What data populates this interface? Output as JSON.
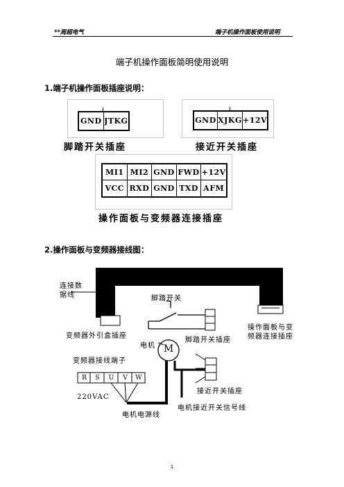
{
  "header": {
    "left": "**周超电气",
    "right": "端子机操作面板使用说明"
  },
  "title": "端子机操作面板简明使用说明",
  "section1": {
    "heading": "1.端子机操作面板插座说明：",
    "foot_connector": {
      "pins": [
        "GND",
        "JTKG"
      ],
      "caption": "脚踏开关插座"
    },
    "proximity_connector": {
      "pins": [
        "GND",
        "XJKG",
        "+12V"
      ],
      "caption": "接近开关插座"
    },
    "panel_connector": {
      "row1": [
        "MI1",
        "MI2",
        "GND",
        "FWD",
        "+12V"
      ],
      "row2": [
        "VCC",
        "RXD",
        "GND",
        "TXD",
        "AFM"
      ],
      "caption": "操作面板与变频器连接插座"
    }
  },
  "section2": {
    "heading": "2.操作面板与变频器接线图：",
    "labels": {
      "data_cable": "连接数\n据线",
      "foot_switch": "脚踏开关",
      "inverter_box_socket": "变频器外引盒插座",
      "foot_switch_socket": "脚踏开关插座",
      "panel_inverter_socket": "操作面板与变\n频器连接插座",
      "motor": "电机",
      "motor_symbol": "M",
      "inverter_terminal": "变频器接线端子",
      "terminals": [
        "R",
        "S",
        "U",
        "V",
        "W"
      ],
      "voltage": "220VAC",
      "proximity_socket": "接近开关插座",
      "power_cable": "电机电源线",
      "proximity_signal": "电机接近开关信号线"
    }
  },
  "page_number": "1"
}
